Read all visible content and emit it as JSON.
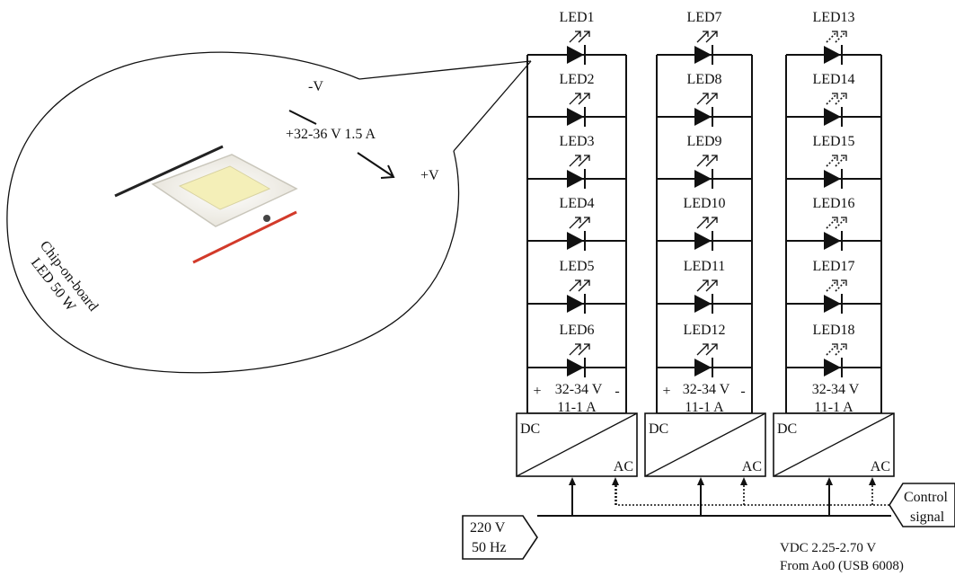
{
  "colors": {
    "line": "#111111",
    "chip_red_wire": "#d23a2a",
    "chip_black_wire": "#222222",
    "chip_led_face": "#f4efb8"
  },
  "bubble": {
    "neg_label": "-V",
    "current_label": "+32-36 V 1.5 A",
    "pos_label": "+V",
    "chip_caption_line1": "Chip-on-board",
    "chip_caption_line2": "LED 50 W"
  },
  "strings": [
    {
      "leds": [
        "LED1",
        "LED2",
        "LED3",
        "LED4",
        "LED5",
        "LED6"
      ],
      "plus": "+",
      "voltage": "32-34 V",
      "minus": "-",
      "current": "11-1 A",
      "conv_dc": "DC",
      "conv_ac": "AC",
      "arrows": "solid"
    },
    {
      "leds": [
        "LED7",
        "LED8",
        "LED9",
        "LED10",
        "LED11",
        "LED12"
      ],
      "plus": "+",
      "voltage": "32-34 V",
      "minus": "-",
      "current": "11-1 A",
      "conv_dc": "DC",
      "conv_ac": "AC",
      "arrows": "solid"
    },
    {
      "leds": [
        "LED13",
        "LED14",
        "LED15",
        "LED16",
        "LED17",
        "LED18"
      ],
      "plus": "",
      "voltage": "32-34 V",
      "minus": "",
      "current": "11-1 A",
      "conv_dc": "DC",
      "conv_ac": "AC",
      "arrows": "dotted"
    }
  ],
  "mains": {
    "line1": "220 V",
    "line2": "50 Hz"
  },
  "control": {
    "line1": "Control",
    "line2": "signal"
  },
  "footnote": {
    "line1": "VDC 2.25-2.70 V",
    "line2": "From Ao0 (USB 6008)"
  }
}
